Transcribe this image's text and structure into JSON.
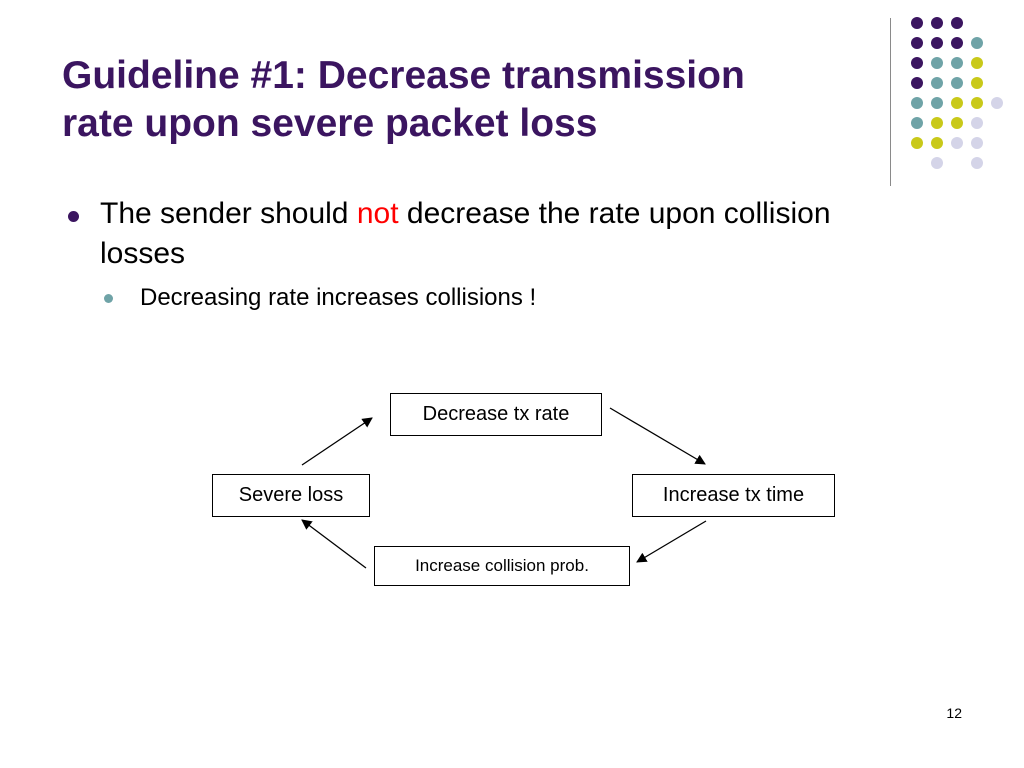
{
  "slide": {
    "title_line1": "Guideline #1: Decrease transmission",
    "title_line2": "rate upon severe packet loss",
    "bullet1": {
      "before": "The sender should ",
      "highlight": "not",
      "after": " decrease the rate upon collision losses"
    },
    "bullet2": "Decreasing rate increases collisions !",
    "page_number": "12"
  },
  "diagram": {
    "nodes": {
      "decrease_tx_rate": "Decrease tx rate",
      "increase_tx_time": "Increase tx time",
      "increase_collision_prob": "Increase collision prob.",
      "severe_loss": "Severe loss"
    }
  },
  "colors": {
    "title": "#3b1560",
    "highlight": "#ff0000",
    "accent_purple": "#3b1560",
    "accent_teal": "#6fa3a7",
    "accent_yellow": "#c9c91a",
    "accent_lavender": "#d4d4e8"
  }
}
